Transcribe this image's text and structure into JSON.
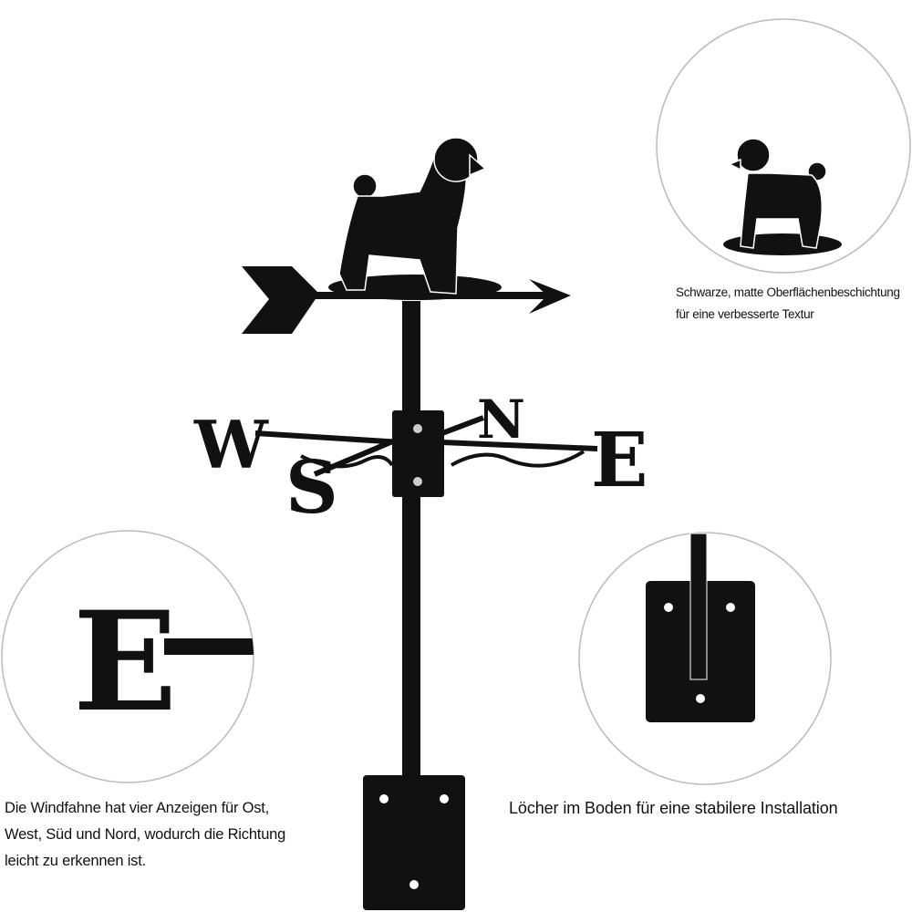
{
  "compass_letters": {
    "west": "W",
    "east": "E",
    "north": "N",
    "south": "S"
  },
  "callouts": {
    "coating": {
      "lines": [
        "Schwarze, matte Oberflächenbeschichtung",
        "für eine verbesserte Textur"
      ]
    },
    "directions": {
      "lines": [
        "Die Windfahne hat vier Anzeigen für Ost,",
        "West, Süd und Nord, wodurch die Richtung",
        "leicht zu erkennen ist."
      ]
    },
    "mounting": {
      "text": "Löcher im Boden für eine stabilere Installation"
    }
  },
  "colors": {
    "product": "#111111",
    "circle_outline": "#bbbbbb",
    "background": "#ffffff"
  }
}
